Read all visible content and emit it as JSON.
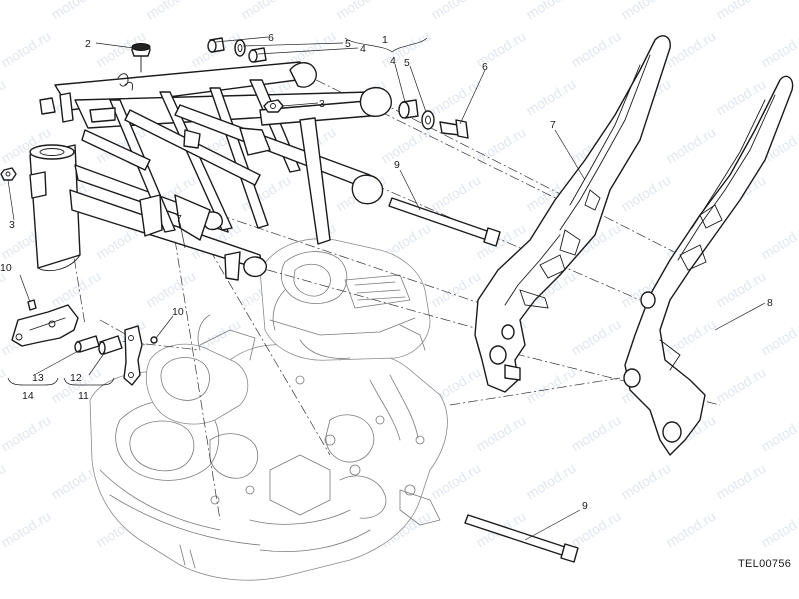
{
  "diagram": {
    "reference_code": "TEL00756",
    "watermark_text": "motod.ru",
    "callouts": [
      {
        "id": "c1",
        "label": "1"
      },
      {
        "id": "c2",
        "label": "2"
      },
      {
        "id": "c3a",
        "label": "3"
      },
      {
        "id": "c3b",
        "label": "3"
      },
      {
        "id": "c4a",
        "label": "4"
      },
      {
        "id": "c4b",
        "label": "4"
      },
      {
        "id": "c5a",
        "label": "5"
      },
      {
        "id": "c5b",
        "label": "5"
      },
      {
        "id": "c6a",
        "label": "6"
      },
      {
        "id": "c6b",
        "label": "6"
      },
      {
        "id": "c7a",
        "label": "7"
      },
      {
        "id": "c7b",
        "label": "7"
      },
      {
        "id": "c8",
        "label": "8"
      },
      {
        "id": "c9a",
        "label": "9"
      },
      {
        "id": "c9b",
        "label": "9"
      },
      {
        "id": "c10a",
        "label": "10"
      },
      {
        "id": "c10b",
        "label": "10"
      },
      {
        "id": "c11",
        "label": "11"
      },
      {
        "id": "c12",
        "label": "12"
      },
      {
        "id": "c13",
        "label": "13"
      },
      {
        "id": "c14",
        "label": "14"
      }
    ]
  }
}
